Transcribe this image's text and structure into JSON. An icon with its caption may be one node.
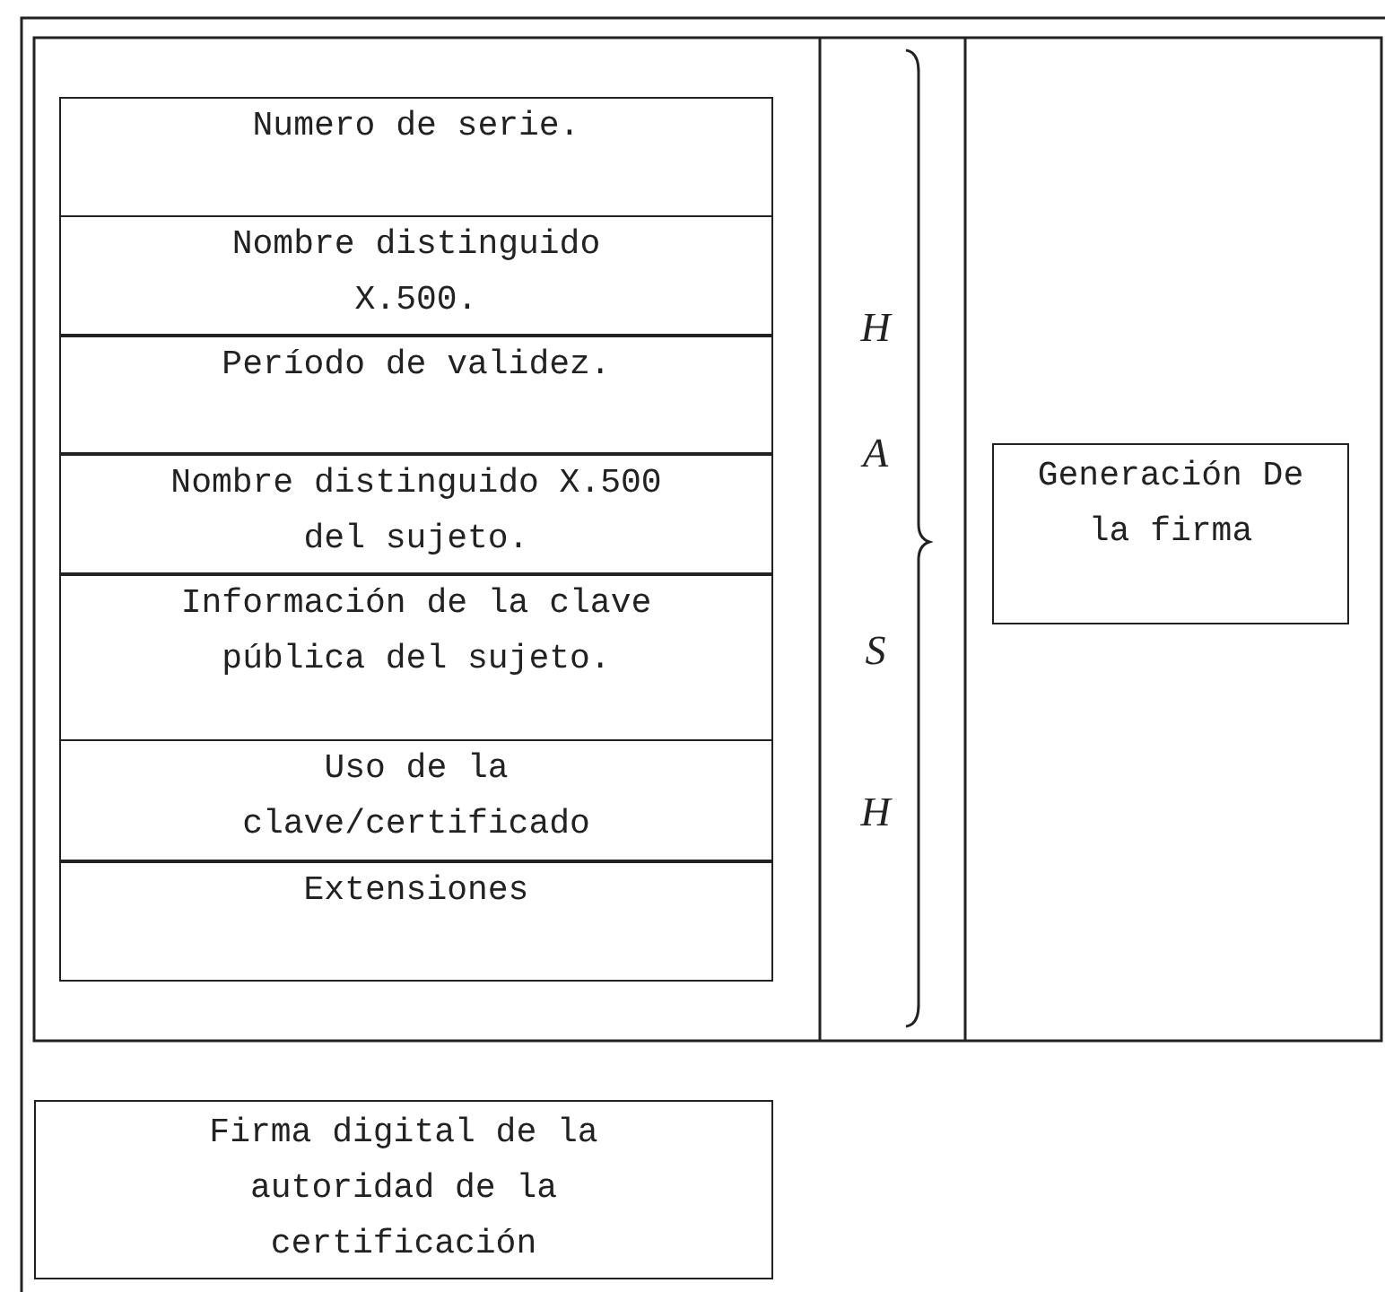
{
  "diagram": {
    "nodes": [
      {
        "text": [
          "Numero de serie."
        ]
      },
      {
        "text": [
          "Nombre distinguido X.500."
        ]
      },
      {
        "text": [
          "Período de validez."
        ]
      },
      {
        "text": [
          "Nombre distinguido X.500 del sujeto."
        ]
      },
      {
        "text": [
          "Información de la clave pública del sujeto."
        ]
      },
      {
        "text": [
          "Uso de la clave/certificado"
        ]
      },
      {
        "text": [
          "Extensiones"
        ]
      },
      {
        "text": [
          "Generación De la firma"
        ]
      },
      {
        "text": [
          "Firma digital de la autoridad de la certificación"
        ]
      }
    ],
    "edges": [],
    "labels": [
      "H",
      "A",
      "S",
      "H"
    ]
  }
}
